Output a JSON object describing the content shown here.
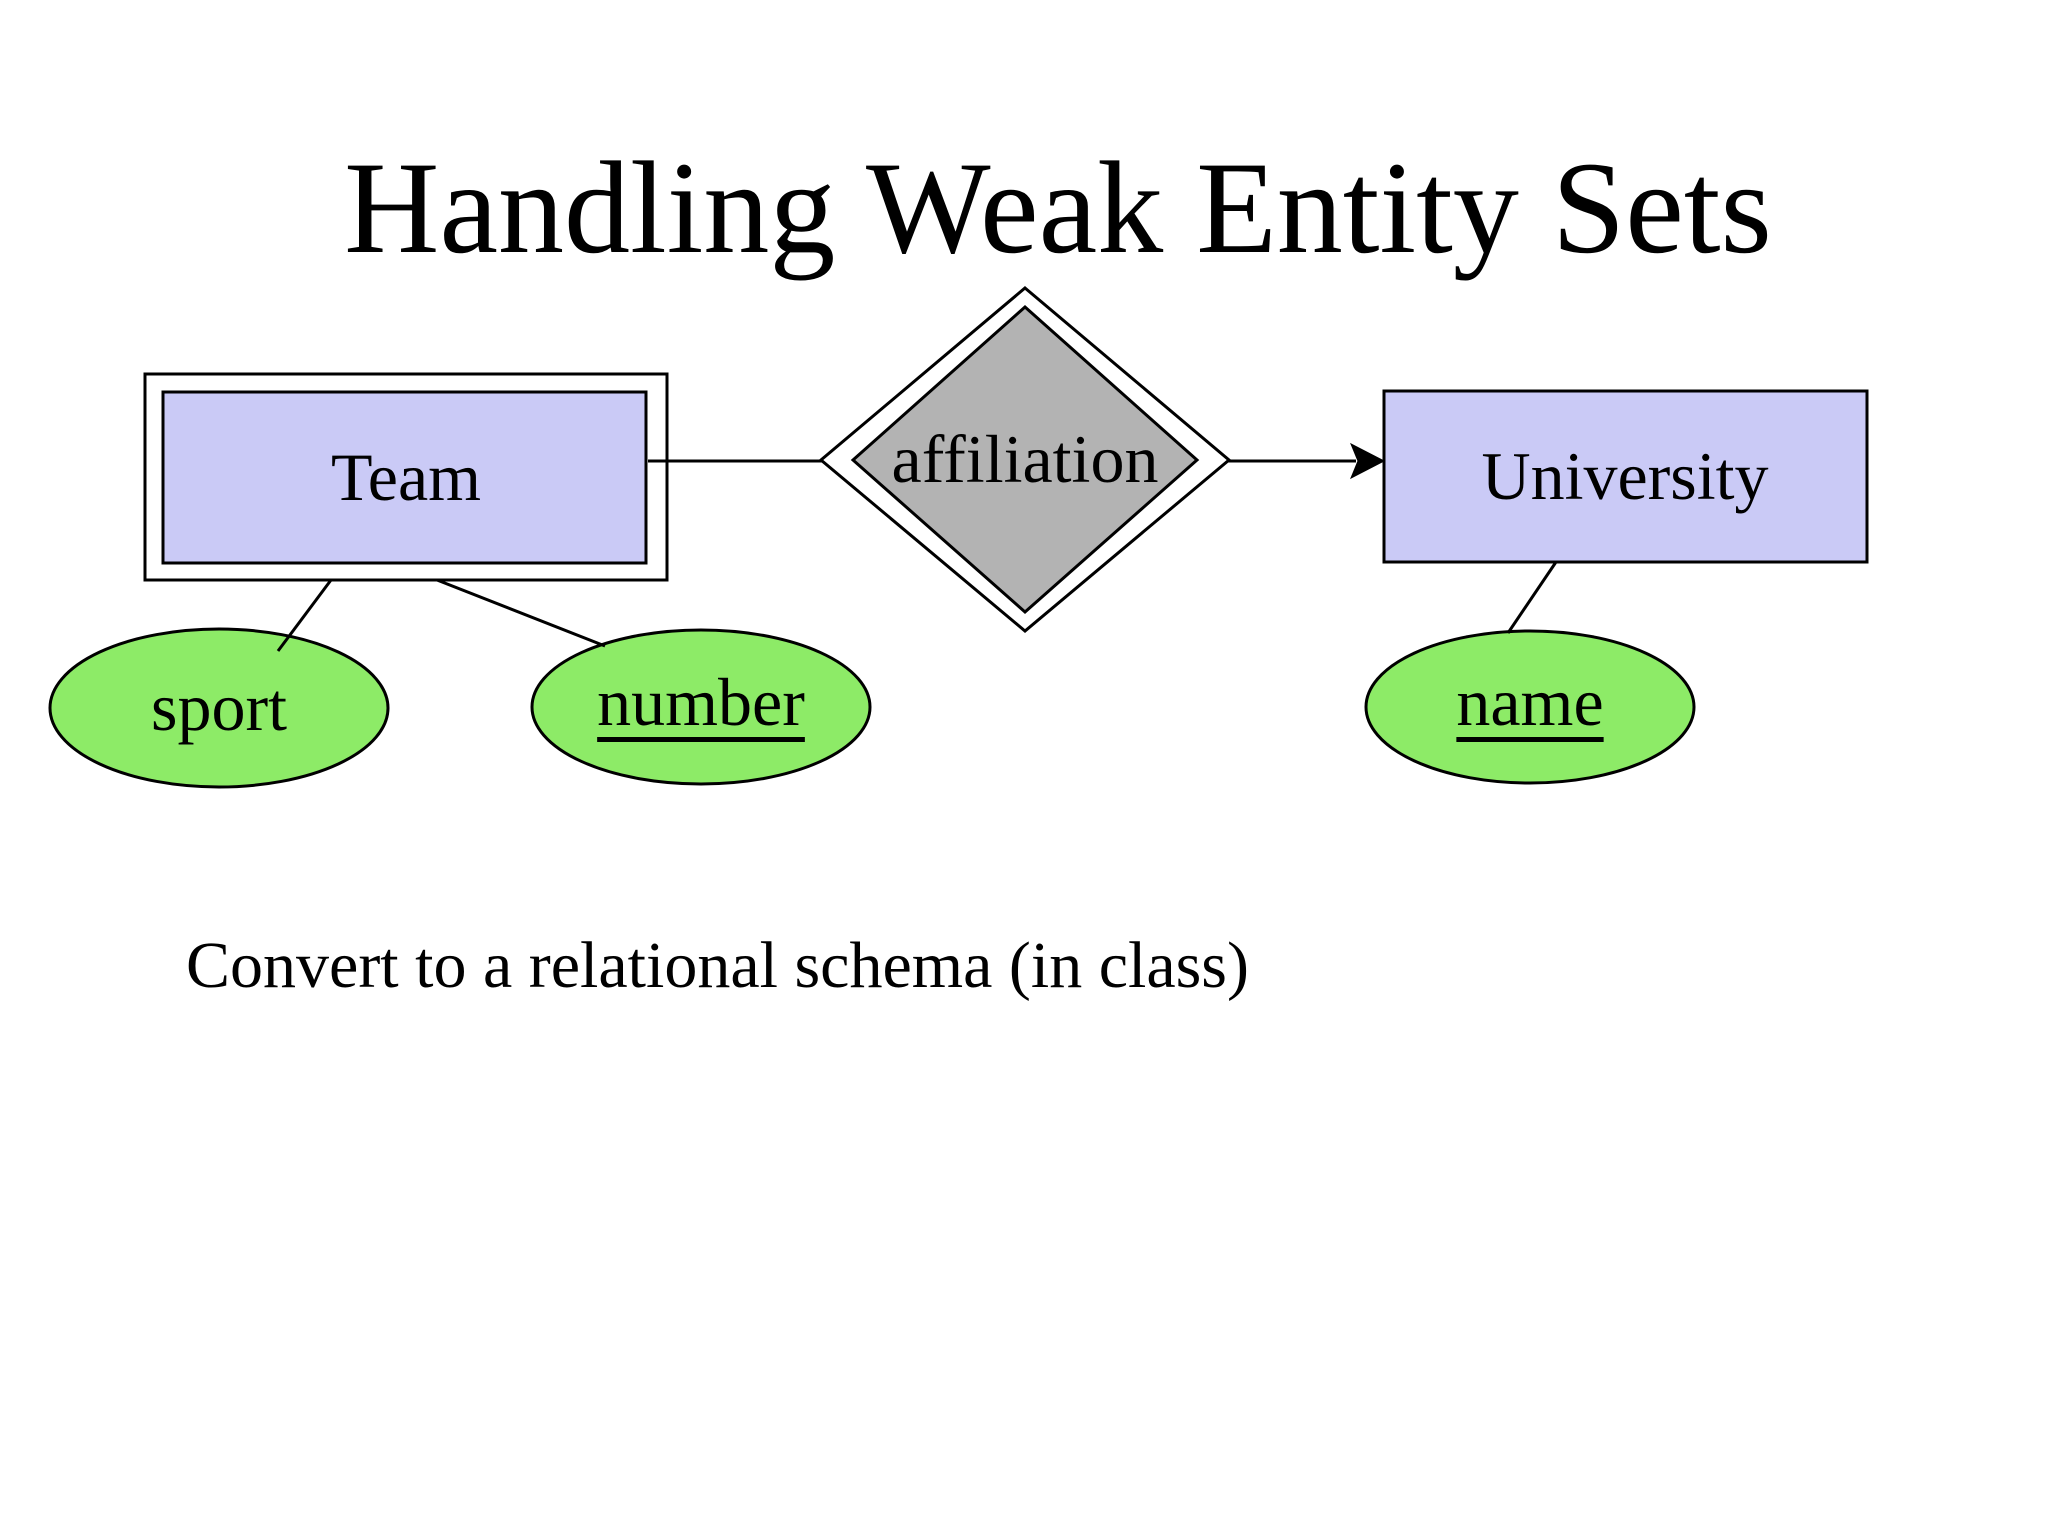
{
  "slide": {
    "title": "Handling Weak Entity Sets",
    "note": "Convert to a relational schema (in class)"
  },
  "diagram": {
    "entities": {
      "team": {
        "label": "Team",
        "weak": true
      },
      "university": {
        "label": "University",
        "weak": false
      }
    },
    "relationship": {
      "affiliation": {
        "label": "affiliation",
        "identifying": true,
        "arrow_to": "University"
      }
    },
    "attributes": {
      "sport": {
        "label": "sport",
        "underlined": false,
        "owner": "Team"
      },
      "number": {
        "label": "number",
        "underlined": true,
        "owner": "Team"
      },
      "name": {
        "label": "name",
        "underlined": true,
        "owner": "University"
      }
    },
    "colors": {
      "entity_fill": "#CACAF6",
      "relationship_fill": "#B3B3B3",
      "attribute_fill": "#8DEB67",
      "outline": "#000000",
      "background": "#FFFFFF"
    }
  }
}
